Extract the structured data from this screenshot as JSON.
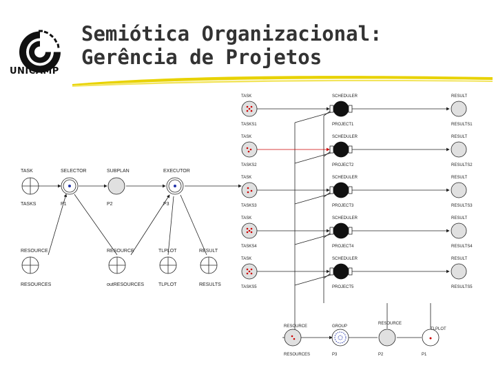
{
  "header": {
    "title_line1": "Semiótica Organizacional:",
    "title_line2": "Gerência de Projetos",
    "logo_text": "UNICAMP",
    "colors": {
      "title": "#333333",
      "swoosh": "#e8d200",
      "token": "#cc0000",
      "token_blue": "#2233aa"
    }
  },
  "left_net": {
    "row1_labels": [
      "TASK",
      "SELECTOR",
      "SUBPLAN",
      "EXECUTOR"
    ],
    "row1_bottom": [
      "TASKS",
      "P1",
      "P2",
      "P3"
    ],
    "row2_labels": [
      "RESOURCE",
      "RESOURCE",
      "TLPLOT",
      "RESULT"
    ],
    "row2_bottom": [
      "RESOURCES",
      "outRESOURCES",
      "TLPLOT",
      "RESULTS"
    ]
  },
  "right_net": {
    "rows": [
      {
        "task": "TASK",
        "scheduler": "SCHEDULER",
        "result": "RESULT",
        "task_bottom": "TASKS1",
        "project": "PROJECT1",
        "result_bottom": "RESULTS1"
      },
      {
        "task": "TASK",
        "scheduler": "SCHEDULER",
        "result": "RESULT",
        "task_bottom": "TASKS2",
        "project": "PROJECT2",
        "result_bottom": "RESULTS2"
      },
      {
        "task": "TASK",
        "scheduler": "SCHEDULER",
        "result": "RESULT",
        "task_bottom": "TASKS3",
        "project": "PROJECT3",
        "result_bottom": "RESULTS3"
      },
      {
        "task": "TASK",
        "scheduler": "SCHEDULER",
        "result": "RESULT",
        "task_bottom": "TASKS4",
        "project": "PROJECT4",
        "result_bottom": "RESULTS4"
      },
      {
        "task": "TASK",
        "scheduler": "SCHEDULER",
        "result": "RESULT",
        "task_bottom": "TASKS5",
        "project": "PROJECT5",
        "result_bottom": "RESULTS5"
      }
    ],
    "bottom_labels": [
      "RESOURCE",
      "GROUP",
      "RESOURCE",
      "TLPLOT"
    ],
    "bottom_bottom": [
      "RESOURCES",
      "P3",
      "P2",
      "P1"
    ]
  }
}
